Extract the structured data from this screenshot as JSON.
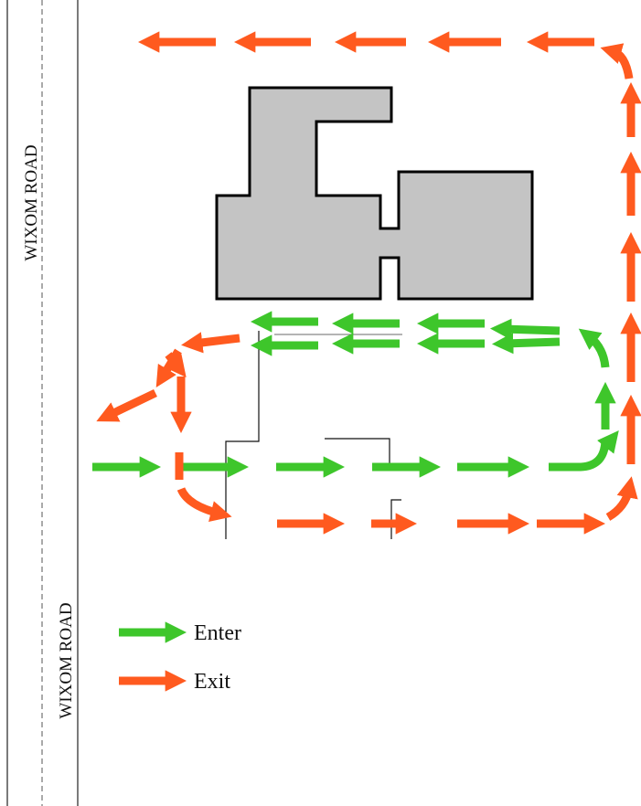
{
  "road": {
    "label_upper": "WIXOM ROAD",
    "label_lower": "WIXOM ROAD"
  },
  "legend": {
    "enter_label": "Enter",
    "exit_label": "Exit"
  },
  "colors": {
    "enter": "#3ec62b",
    "exit": "#ff5a1f",
    "building_fill": "#c4c4c4",
    "building_stroke": "#000000"
  }
}
